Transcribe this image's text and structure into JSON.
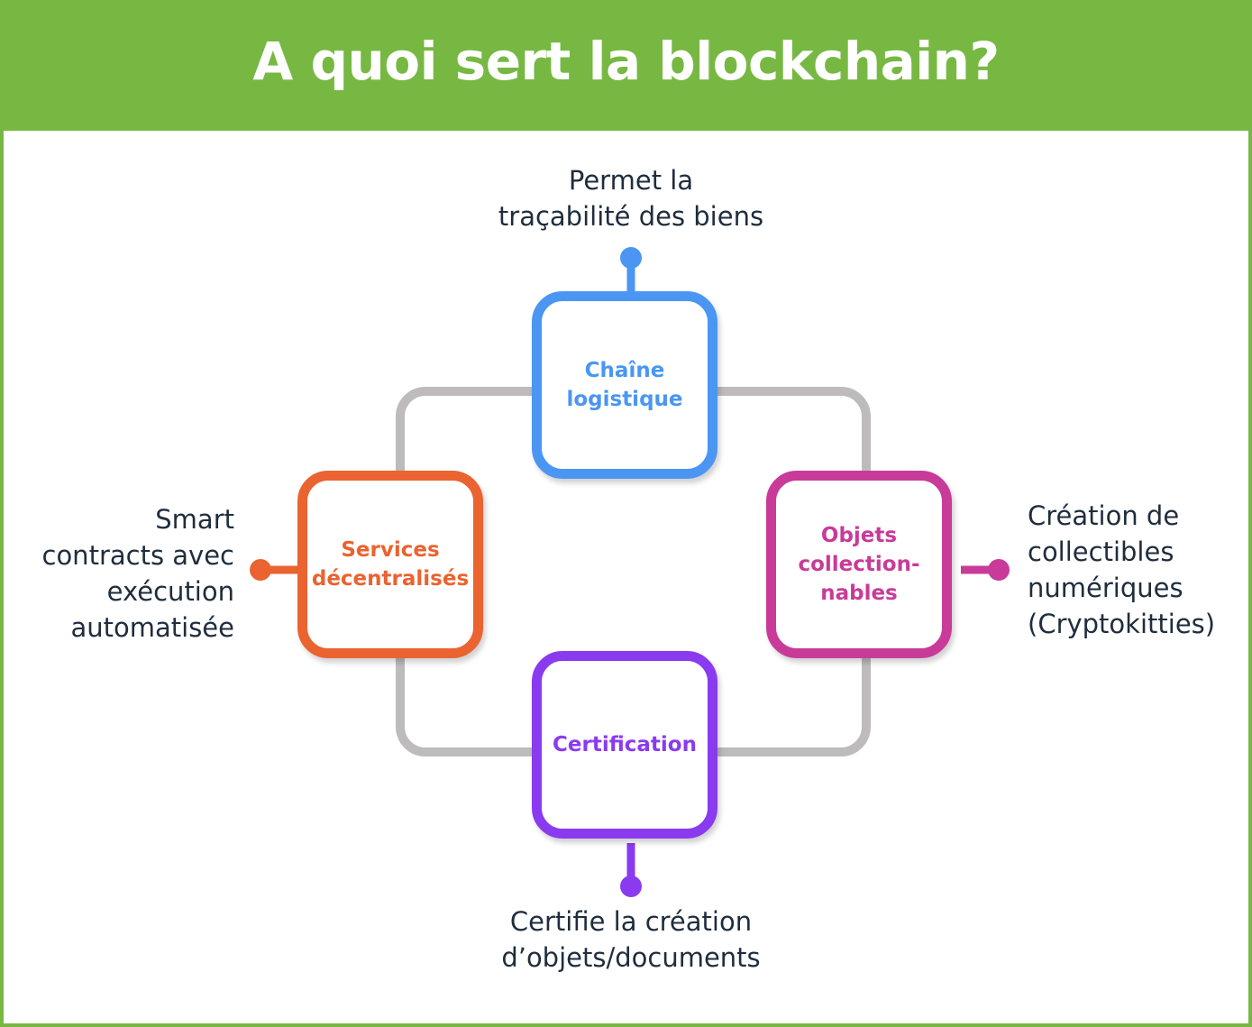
{
  "title": "A quoi sert la blockchain?",
  "colors": {
    "header": "#77b843",
    "connector": "#bdbbbb",
    "text": "#1f2d3d"
  },
  "nodes": {
    "top": {
      "label": "Chaîne\nlogistique",
      "color": "#4a96f2",
      "description": "Permet la\ntraçabilité des biens"
    },
    "left": {
      "label": "Services\ndécentralisés",
      "color": "#ea6330",
      "description": "Smart\ncontracts avec\nexécution\nautomatisée"
    },
    "right": {
      "label": "Objets\ncollection-\nnables",
      "color": "#c83b99",
      "description": "Création de\ncollectibles\nnumériques\n(Cryptokitties)"
    },
    "bottom": {
      "label": "Certification",
      "color": "#8a3bef",
      "description": "Certifie la création\nd’objets/documents"
    }
  }
}
